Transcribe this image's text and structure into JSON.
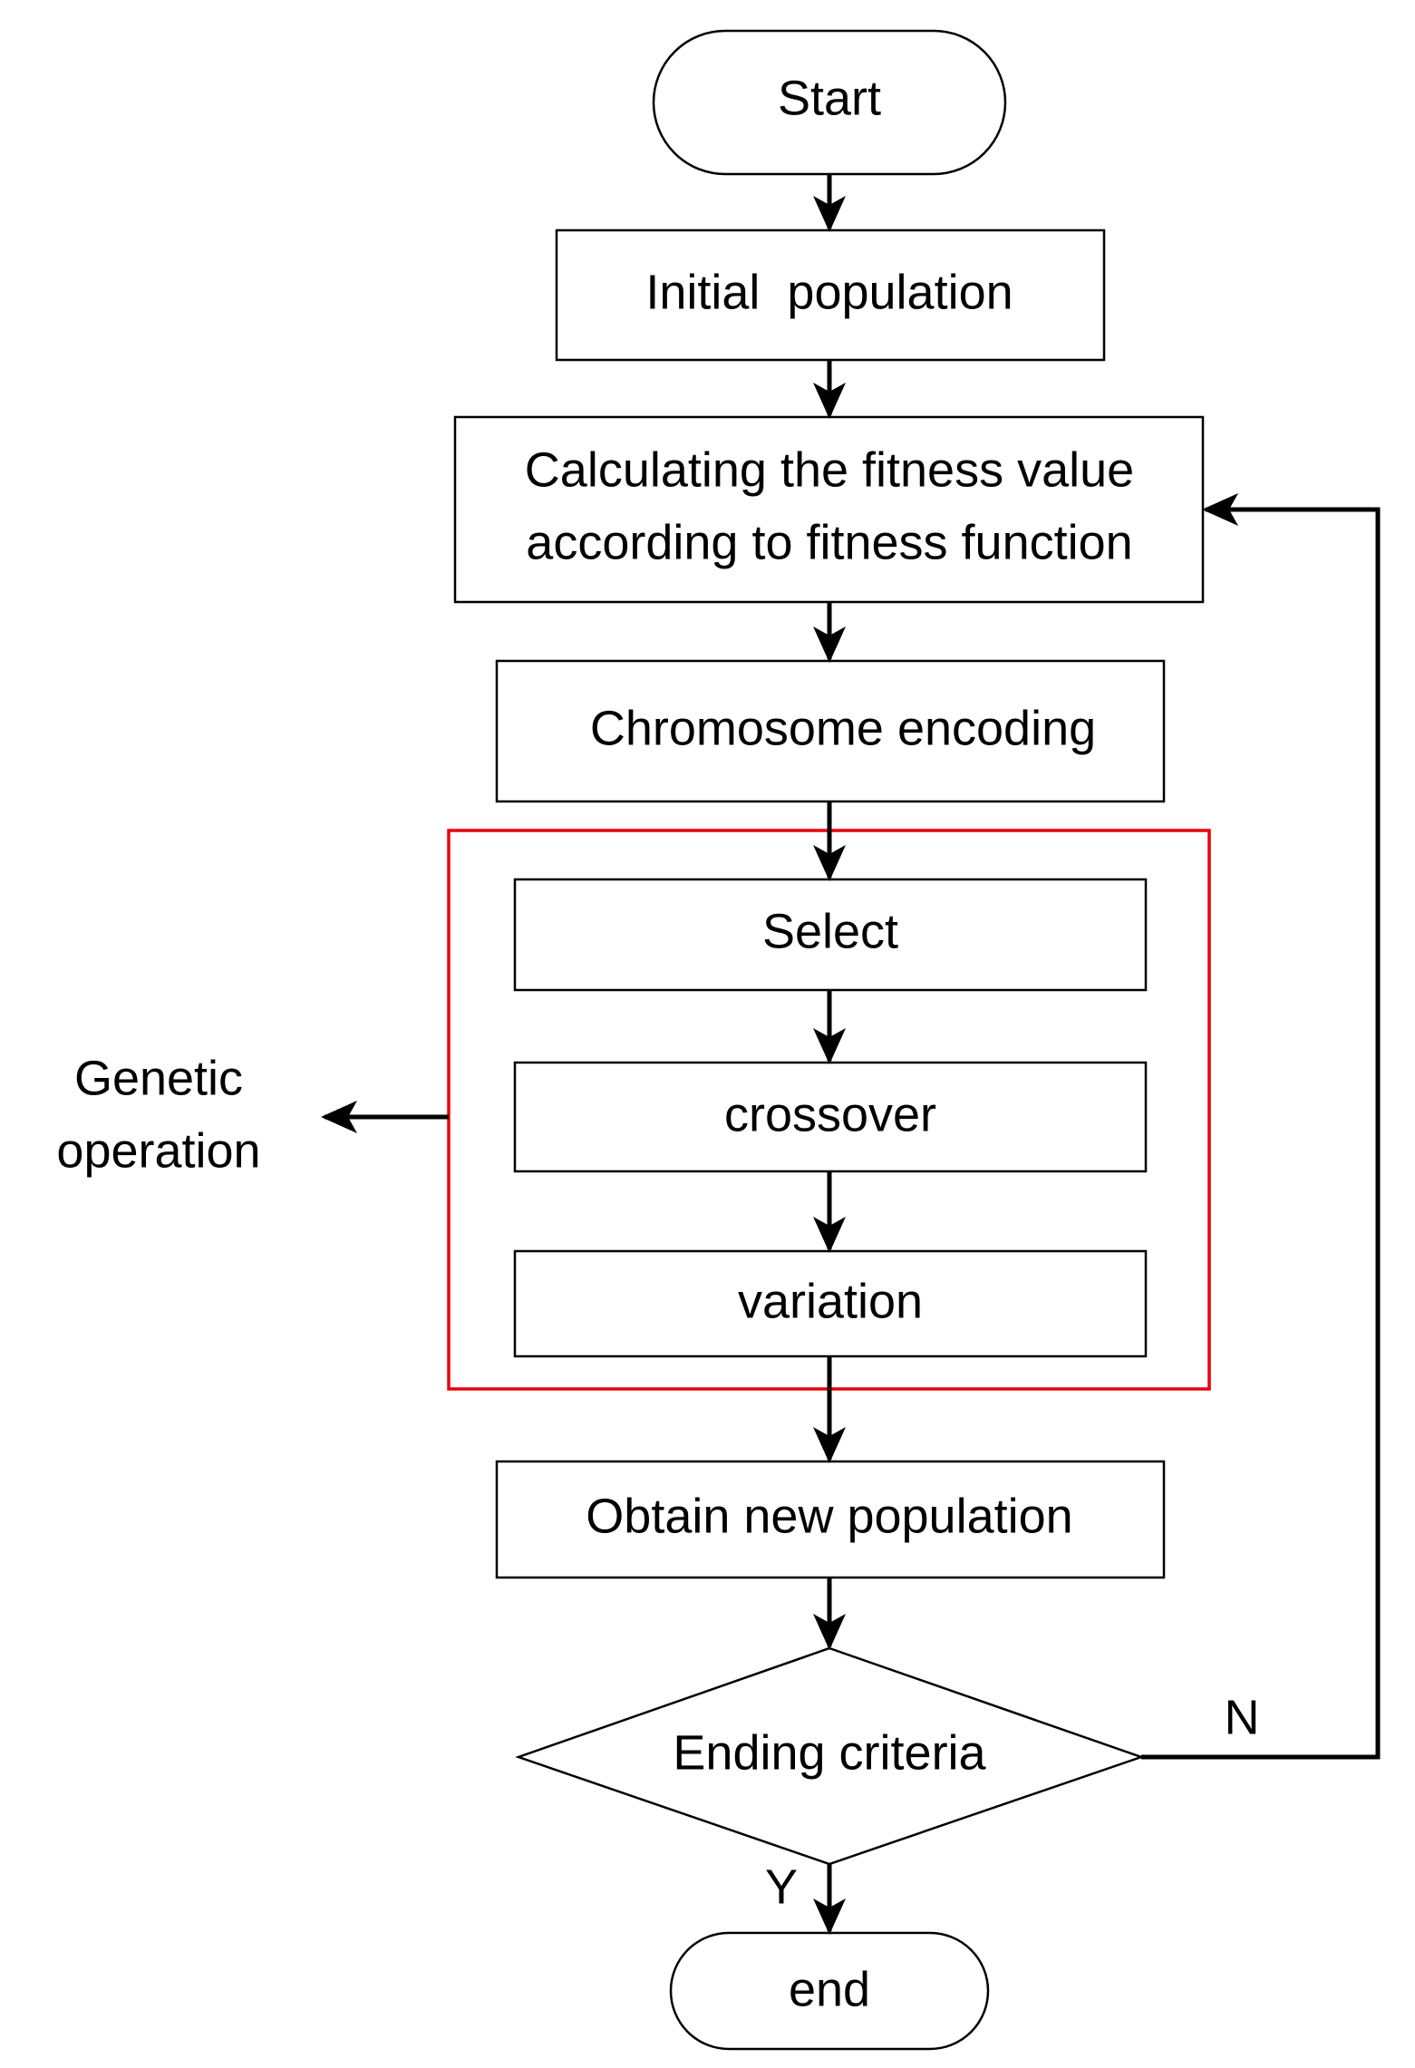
{
  "flowchart": {
    "start": "Start",
    "initial_population": "Initial  population",
    "fitness_line1": "Calculating the fitness value",
    "fitness_line2": "according to fitness function",
    "chromosome_encoding": "Chromosome encoding",
    "select": "Select",
    "crossover": "crossover",
    "variation": "variation",
    "obtain_new_population": "Obtain new population",
    "ending_criteria": "Ending criteria",
    "label_no": "N",
    "label_yes": "Y",
    "end": "end",
    "genetic_line1": "Genetic",
    "genetic_line2": "operation"
  },
  "colors": {
    "stroke": "#000000",
    "group_outline": "#e8000b",
    "background": "#ffffff"
  }
}
